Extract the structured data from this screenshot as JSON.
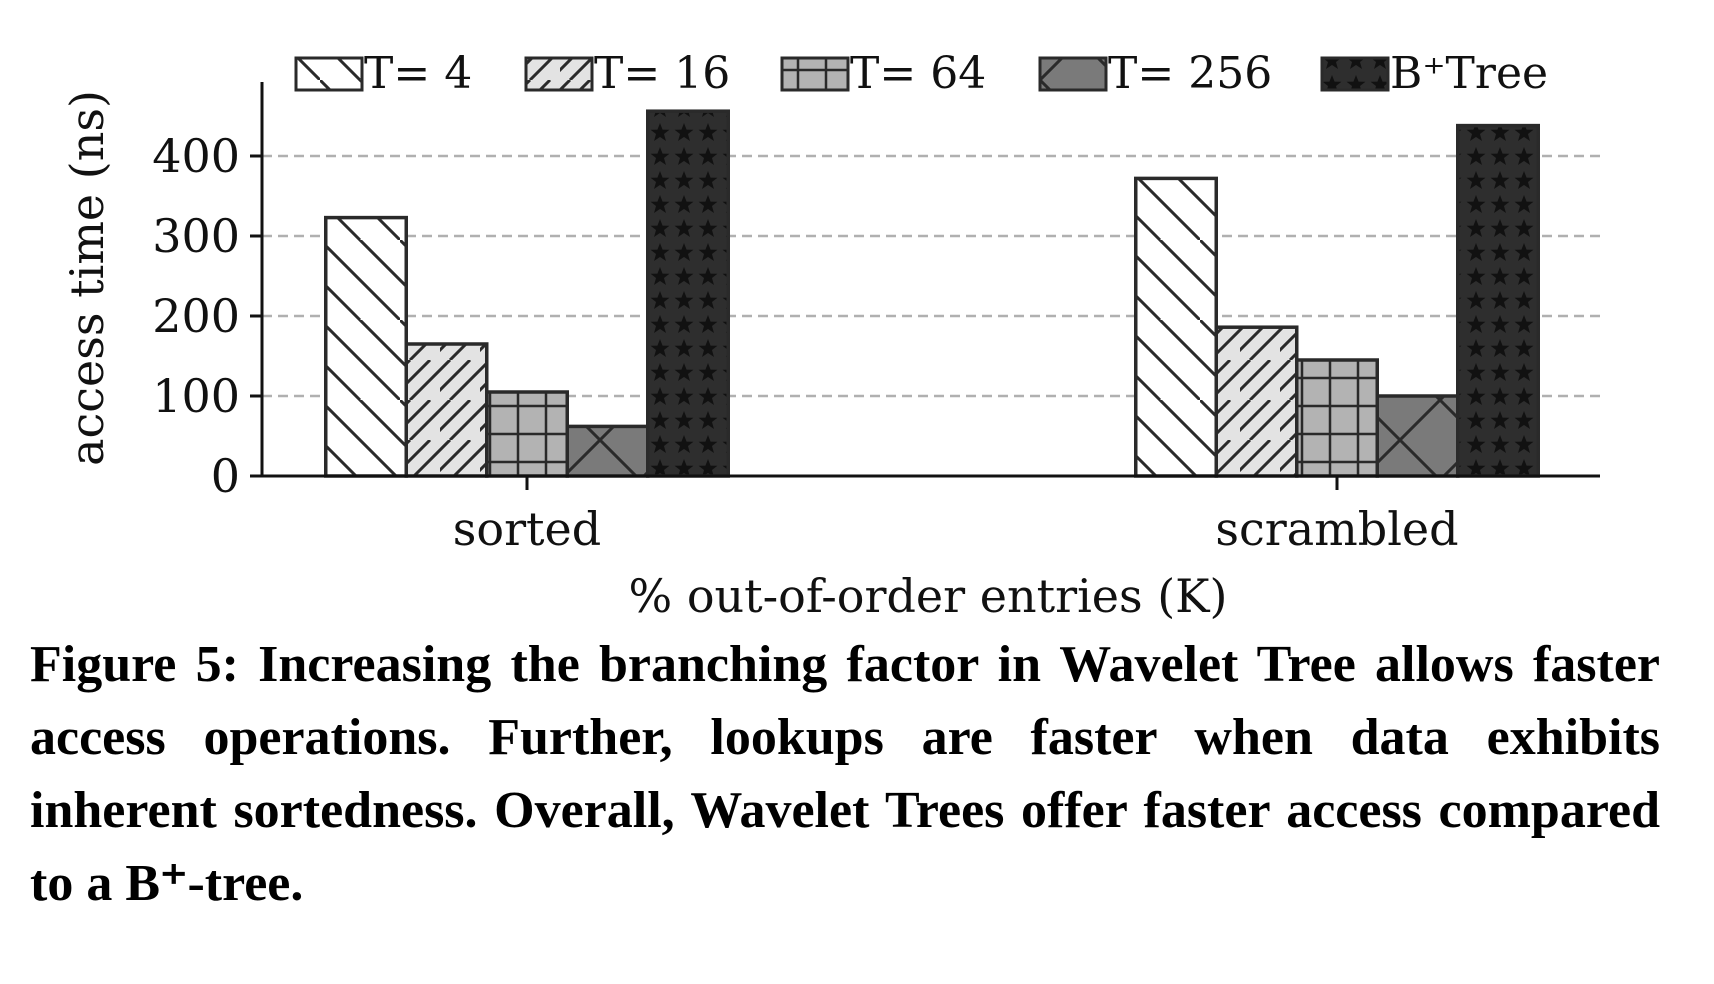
{
  "chart_data": {
    "type": "bar",
    "categories": [
      "sorted",
      "scrambled"
    ],
    "series": [
      {
        "name": "T= 4",
        "values": [
          323,
          372
        ],
        "color": "#ffffff",
        "pattern": "backslash"
      },
      {
        "name": "T= 16",
        "values": [
          165,
          186
        ],
        "color": "#e3e3e3",
        "pattern": "slash"
      },
      {
        "name": "T= 64",
        "values": [
          105,
          145
        ],
        "color": "#b3b3b3",
        "pattern": "grid"
      },
      {
        "name": "T= 256",
        "values": [
          62,
          100
        ],
        "color": "#7a7a7a",
        "pattern": "cross"
      },
      {
        "name": "B⁺Tree",
        "values": [
          456,
          438
        ],
        "color": "#2e2e2e",
        "pattern": "stars"
      }
    ],
    "xlabel": "% out-of-order entries (K)",
    "ylabel": "access time (ns)",
    "ylim": [
      0,
      480
    ],
    "yticks": [
      0,
      100,
      200,
      300,
      400
    ],
    "grid": true,
    "legend": "top"
  },
  "caption": "Figure 5: Increasing the branching factor in Wavelet Tree allows faster access operations. Further, lookups are faster when data exhibits inherent sortedness. Overall, Wavelet Trees offer faster access compared to a B⁺-tree."
}
